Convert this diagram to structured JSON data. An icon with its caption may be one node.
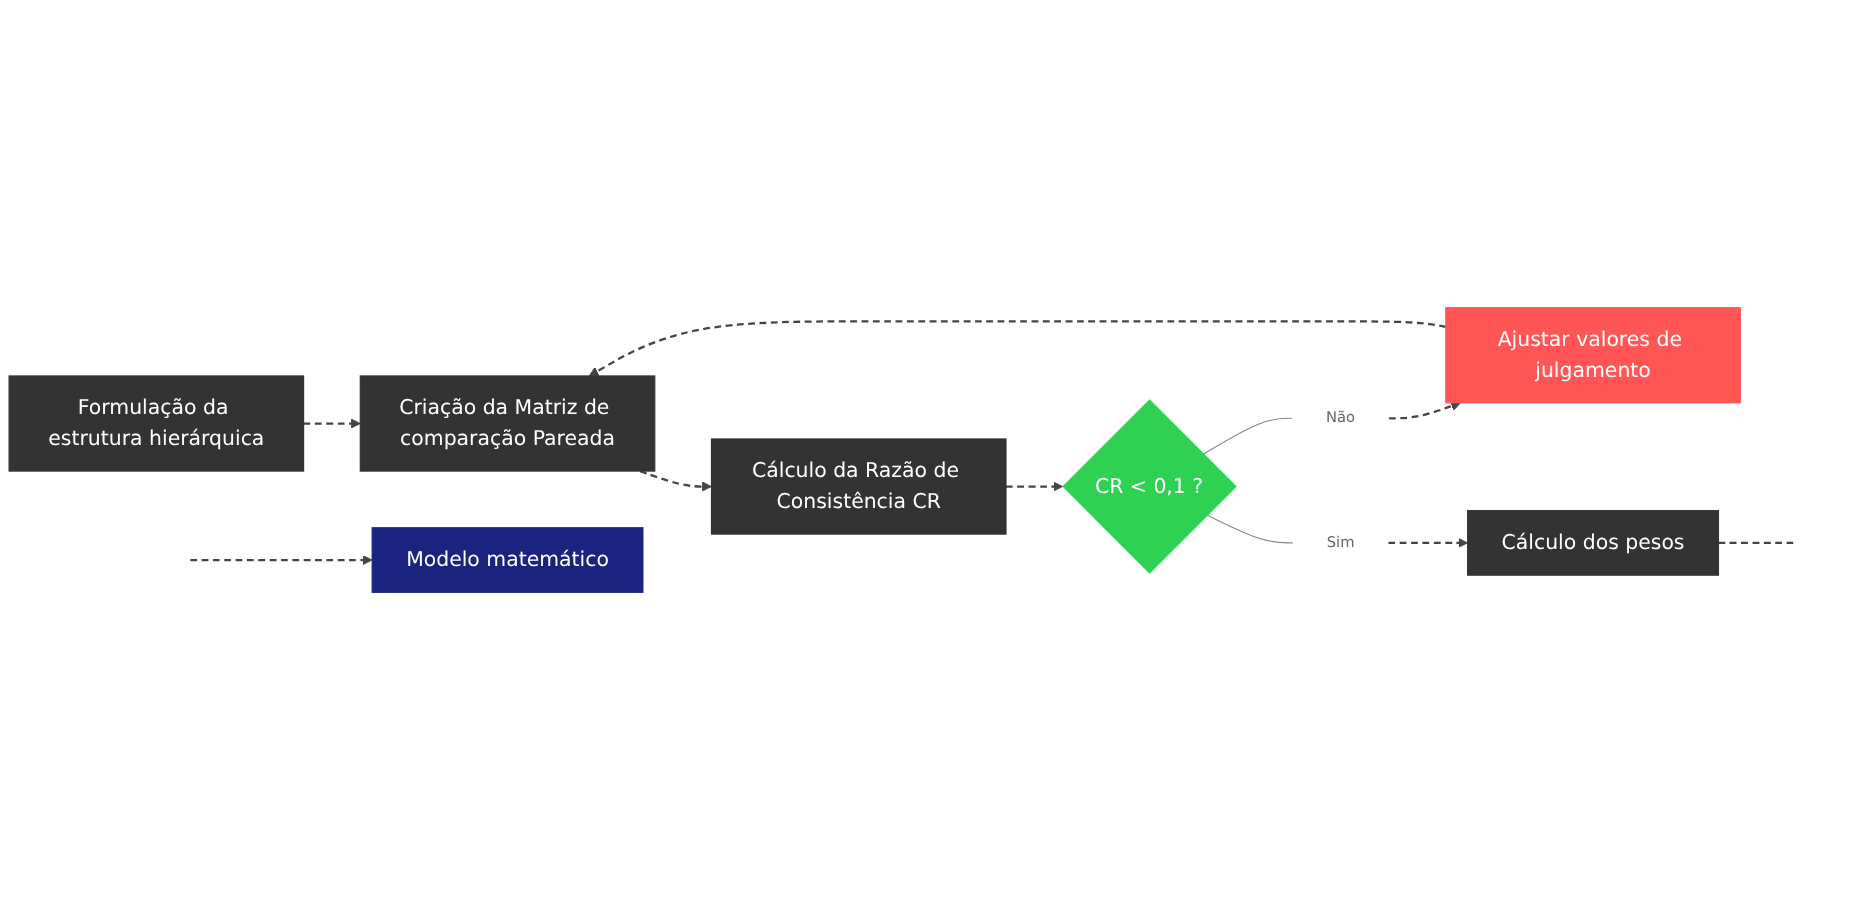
{
  "diagram": {
    "nodes": [
      {
        "text": [
          "Formulação da estrutura hierárquica"
        ]
      },
      {
        "text": [
          "Criação da Matriz de comparação Pareada"
        ]
      },
      {
        "text": [
          "Ajustar valores de julgamento"
        ]
      },
      {
        "text": [
          "Cálculo da Razão de Consistência CR"
        ]
      },
      {
        "text": [
          "CR < 0,1 ?"
        ]
      },
      {
        "text": [
          "Não"
        ]
      },
      {
        "text": [
          "Sim"
        ]
      },
      {
        "text": [
          "Cálculo dos pesos"
        ]
      },
      {
        "text": [
          "Modelo matemático"
        ]
      }
    ],
    "edges": [
      {
        "from": 0,
        "to": 1,
        "arrow": "to",
        "style": "dashed"
      },
      {
        "from": 2,
        "to": 1,
        "arrow": "to",
        "style": "dashed"
      },
      {
        "from": 1,
        "to": 3,
        "arrow": "to",
        "style": "dashed"
      },
      {
        "from": 3,
        "to": 4,
        "arrow": "to",
        "style": "dashed"
      },
      {
        "from": 4,
        "to": 5,
        "arrow": "none"
      },
      {
        "from": 4,
        "to": 6,
        "arrow": "none"
      },
      {
        "from": 5,
        "to": 2,
        "arrow": "to",
        "style": "dashed"
      },
      {
        "from": 6,
        "to": 7,
        "arrow": "to",
        "style": "dashed"
      },
      {
        "from": 7,
        "to": null,
        "arrow": "none",
        "style": "dashed"
      },
      {
        "from": null,
        "to": 8,
        "arrow": "to",
        "style": "dashed"
      }
    ]
  }
}
